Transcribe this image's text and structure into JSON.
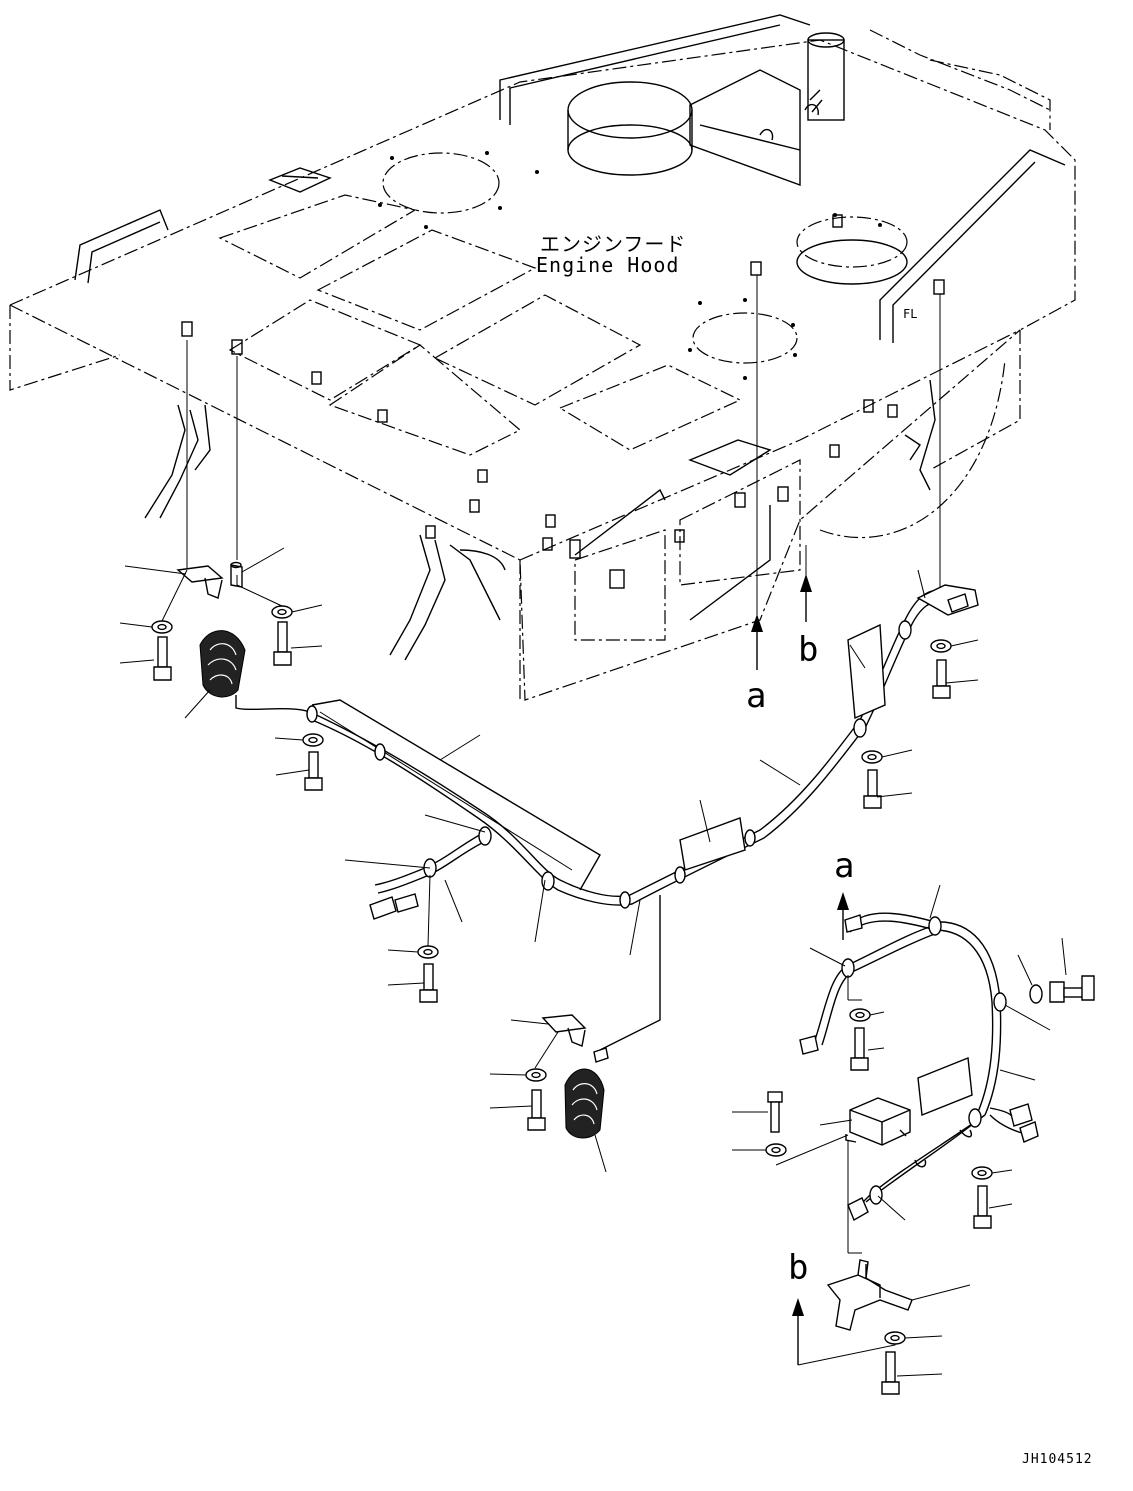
{
  "labels": {
    "hood_jp": "エンジンフード",
    "hood_en": "Engine Hood",
    "ref_a_top": "a",
    "ref_b_top": "b",
    "ref_a_bottom": "a",
    "ref_b_bottom": "b",
    "fl": "FL",
    "drawing_code": "JH104512"
  },
  "icons": [
    "arrow-up-icon",
    "bolt-icon",
    "washer-icon",
    "horn-icon",
    "relay-icon",
    "bracket-icon",
    "connector-icon",
    "clamp-icon"
  ]
}
